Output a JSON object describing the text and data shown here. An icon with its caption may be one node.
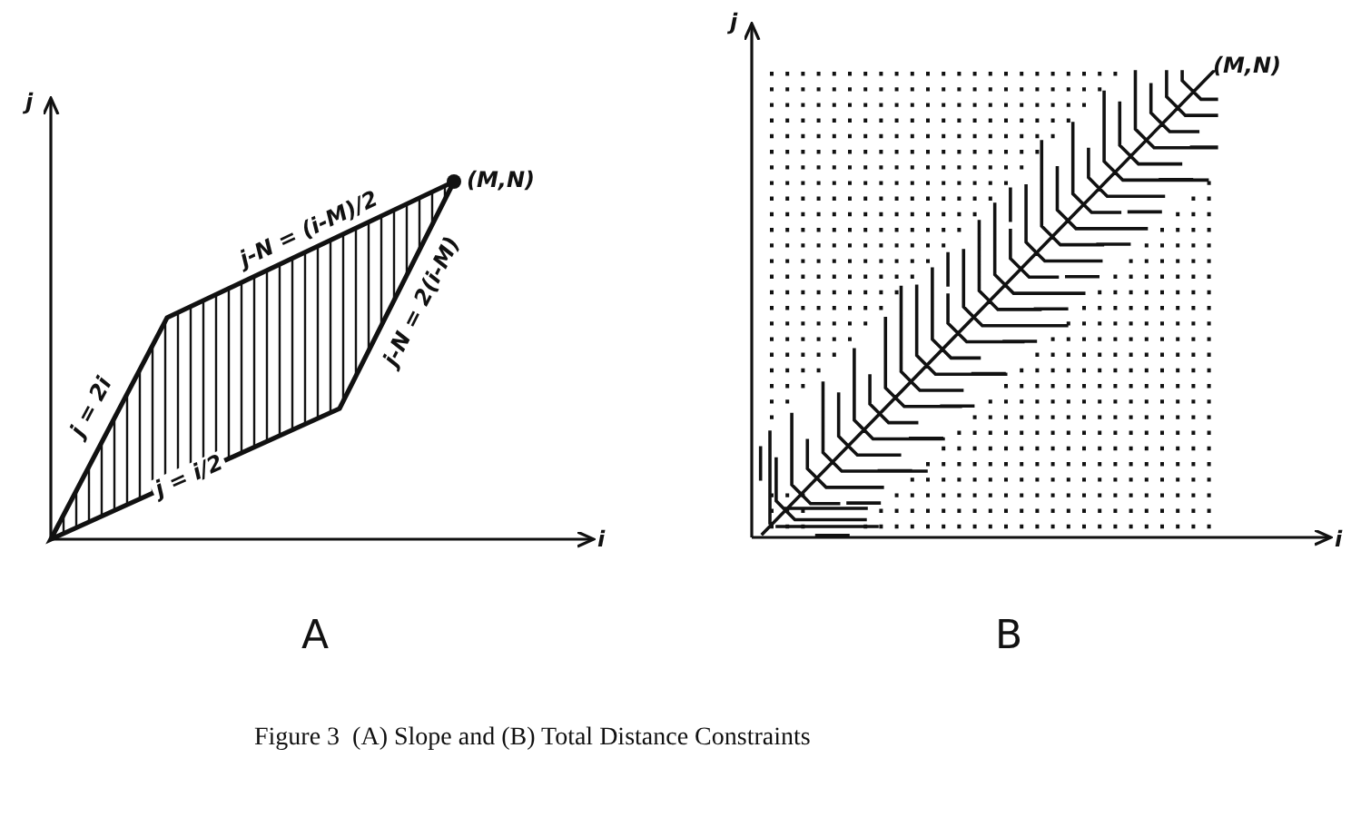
{
  "diagram": {
    "caption": "Figure 3  (A) Slope and (B) Total Distance Constraints",
    "labels": [
      "j",
      "(M,N)",
      "j-N = (i-M)/2",
      "j = 2i",
      "j-N = 2(i-M)",
      "j = i/2",
      "i",
      "A",
      "j",
      "(M,N)",
      "i",
      "B"
    ]
  }
}
